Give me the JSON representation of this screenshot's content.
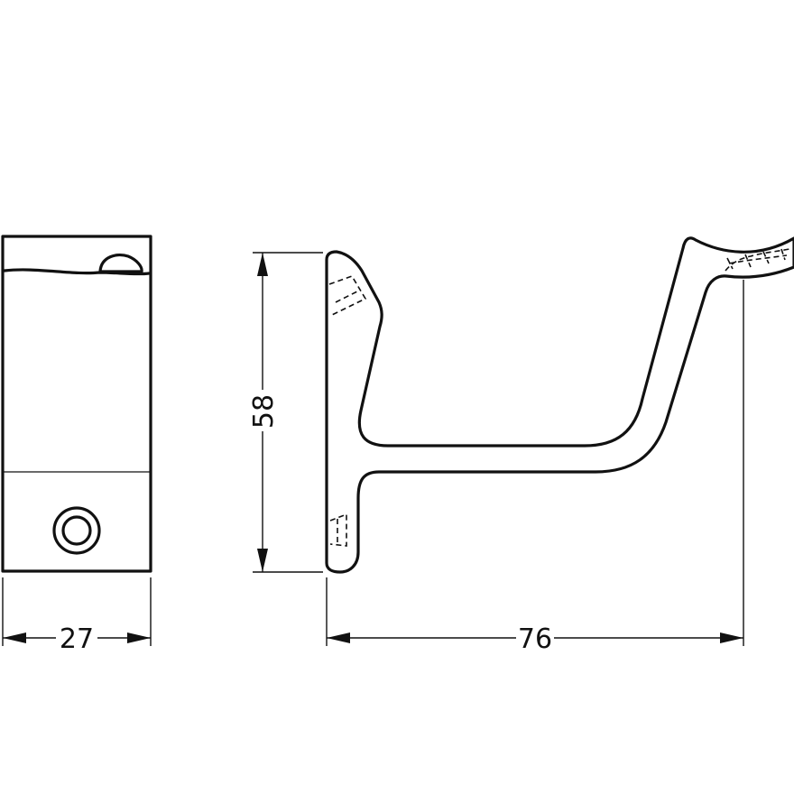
{
  "dimensions": {
    "width": "27",
    "height": "58",
    "length": "76"
  },
  "colors": {
    "line": "#111111",
    "background": "#ffffff"
  }
}
